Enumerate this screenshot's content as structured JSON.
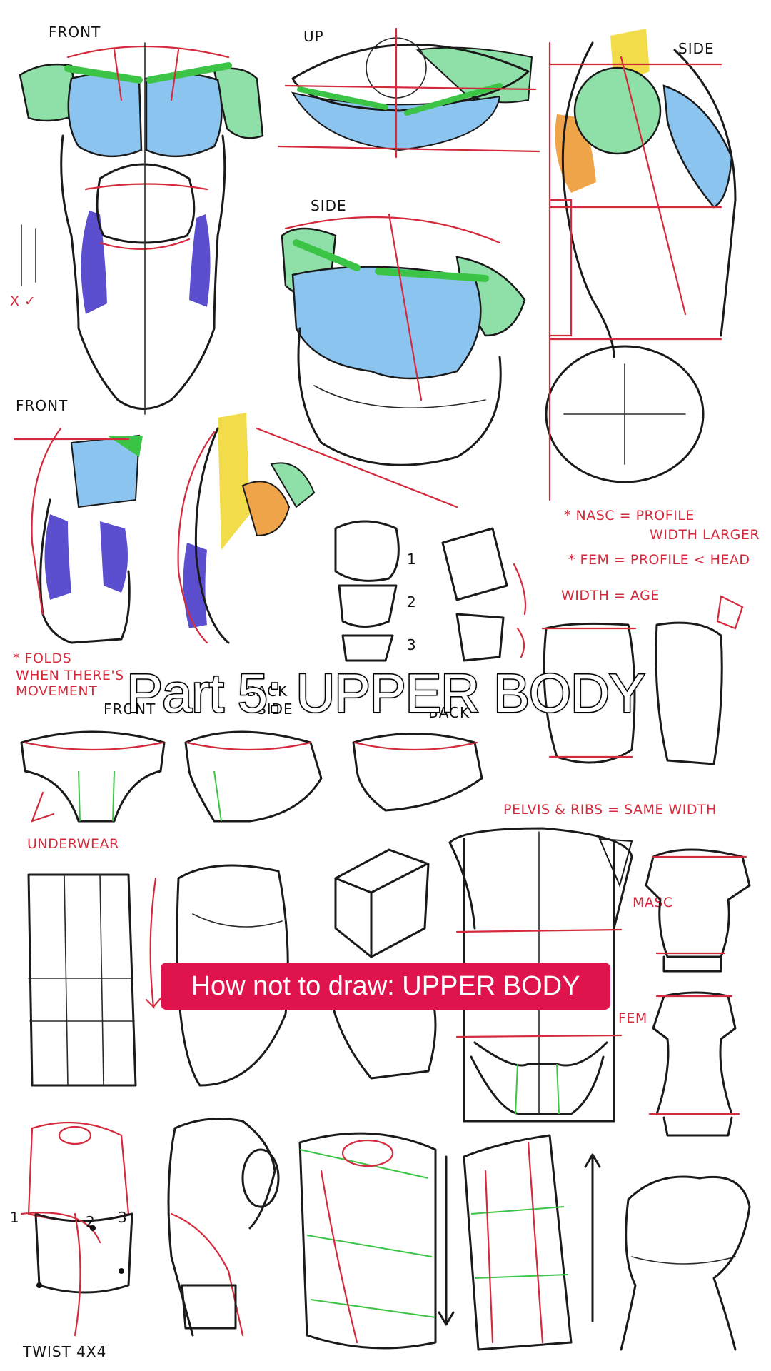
{
  "overlay": {
    "title": "Part 5: UPPER BODY",
    "caption": "How not to draw: UPPER BODY",
    "caption_bg": "#e0144c"
  },
  "labels": {
    "front_top": "FRONT",
    "up": "UP",
    "side_top_right": "SIDE",
    "side_mid": "SIDE",
    "front_mid": "FRONT",
    "x_check": "X ✓",
    "folds": "* FOLDS",
    "folds_2": "WHEN THERE'S",
    "folds_3": "MOVEMENT",
    "num_1": "1",
    "num_2": "2",
    "num_3": "3",
    "back_small": "BACK",
    "side_small": "SIDE",
    "front_small": "FRONT",
    "back_small_2": "BACK",
    "underwear": "UNDERWEAR",
    "nasc_line1": "* NASC = PROFILE",
    "nasc_line2": "WIDTH LARGER",
    "fem_line": "* FEM = PROFILE < HEAD",
    "width_age": "WIDTH = AGE",
    "pelvis_ribs": "PELVIS & RIBS = SAME WIDTH",
    "masc": "MASC",
    "fem": "FEM",
    "twist": "TWIST 4X4"
  },
  "colors": {
    "red_ink": "#d42a3c",
    "blue_pecs": "#8cc4f0",
    "green_shoulder": "#8fe0a8",
    "green_clavicle": "#3cc447",
    "purple_lats": "#5b4fd0",
    "yellow_trap": "#f2dc4a",
    "orange_delt": "#f0a44a"
  }
}
